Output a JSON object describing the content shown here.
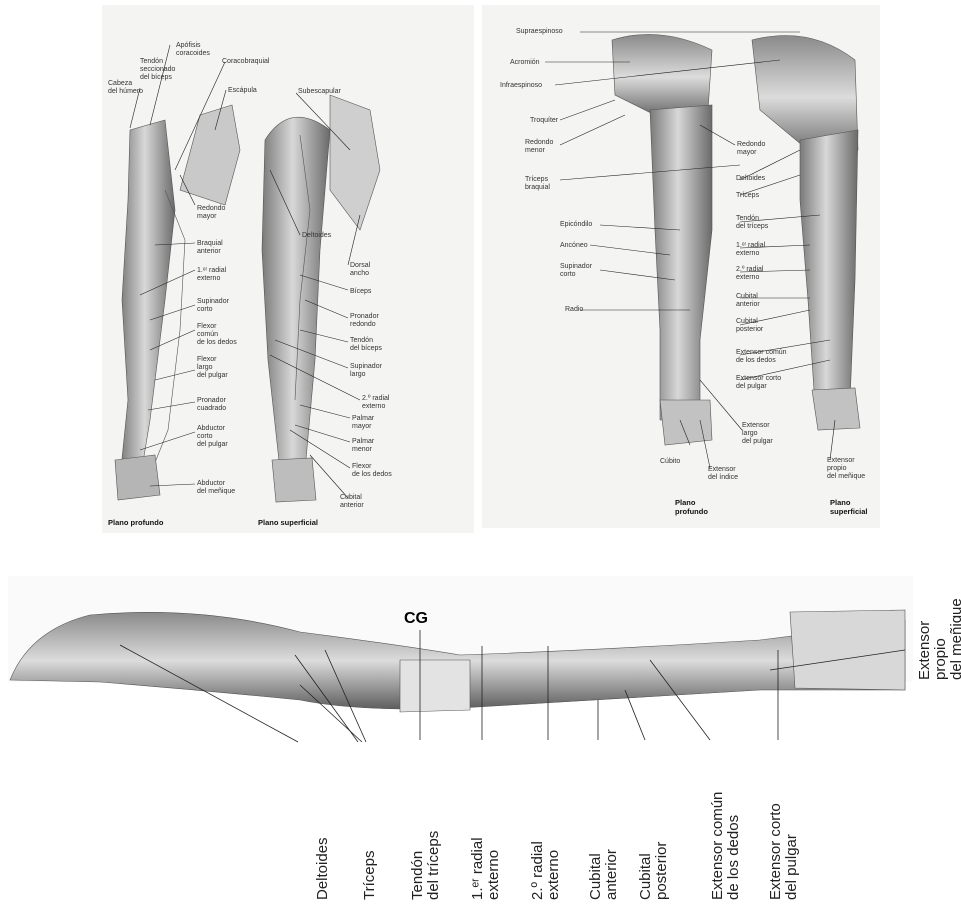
{
  "panel1": {
    "labels_left": [
      "Apófisis\ncoracoides",
      "Tendón\nseccionado\ndel bíceps",
      "Cabeza\ndel húmero",
      "Coracobraquial",
      "Escápula",
      "Redondo\nmayor",
      "Braquial\nanterior",
      "1.ᵉʳ radial\nexterno",
      "Supinador\ncorto",
      "Flexor\ncomún\nde los dedos",
      "Flexor\nlargo\ndel pulgar",
      "Pronador\ncuadrado",
      "Abductor\ncorto\ndel pulgar",
      "Abductor\ndel meñique"
    ],
    "labels_right": [
      "Subescapular",
      "Deltoides",
      "Dorsal\nancho",
      "Bíceps",
      "Pronador\nredondo",
      "Tendón\ndel bíceps",
      "Supinador\nlargo",
      "2.º radial\nexterno",
      "Palmar\nmayor",
      "Palmar\nmenor",
      "Flexor\nde los dedos",
      "Cubital\nanterior"
    ],
    "caption_left": "Plano profundo",
    "caption_right": "Plano superficial"
  },
  "panel2": {
    "labels_left": [
      "Supraespinoso",
      "Acromión",
      "Infraespinoso",
      "Troquíter",
      "Redondo\nmenor",
      "Tríceps\nbraquial",
      "Epicóndilo",
      "Ancóneo",
      "Supinador\ncorto",
      "Radio",
      "Cúbito"
    ],
    "labels_right": [
      "Redondo\nmayor",
      "Deltoides",
      "Tríceps",
      "Tendón\ndel tríceps",
      "1.ᵉʳ radial\nexterno",
      "2.º radial\nexterno",
      "Cubital\nanterior",
      "Cubital\nposterior",
      "Extensor común\nde los dedos",
      "Extensor corto\ndel pulgar",
      "Extensor\nlargo\ndel pulgar",
      "Extensor\ndel índice",
      "Extensor\npropio\ndel meñique"
    ],
    "caption_left": "Plano\nprofundo",
    "caption_right": "Plano\nsuperficial"
  },
  "panel3": {
    "marker": "CG",
    "right_label": "Extensor\npropio\ndel meñique",
    "labels": [
      "Deltoides",
      "Tríceps",
      "Tendón\ndel tríceps",
      "1.ᵉʳ radial\nexterno",
      "2.º radial\nexterno",
      "Cubital\nanterior",
      "Cubital\nposterior",
      "Extensor común\nde los dedos",
      "Extensor corto\ndel pulgar"
    ]
  }
}
